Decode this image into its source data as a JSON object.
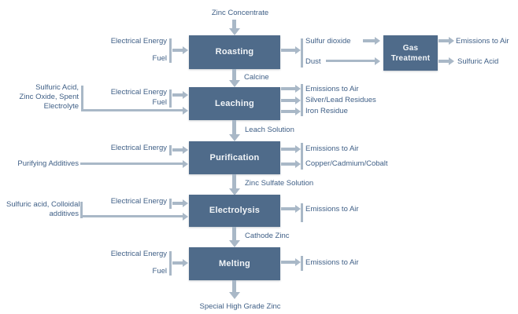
{
  "colors": {
    "box": "#4f6b8a",
    "box_text": "#f2f5f8",
    "arrow": "#a9b8c7",
    "label": "#3f5f86",
    "background": "#ffffff"
  },
  "top_input": "Zinc Concentrate",
  "stages": {
    "roasting": {
      "label": "Roasting",
      "input1": "Electrical Energy",
      "input2": "Fuel",
      "output1": "Sulfur dioxide",
      "output2": "Dust",
      "down_flow": "Calcine"
    },
    "gas_treatment": {
      "label1": "Gas",
      "label2": "Treatment",
      "output1": "Emissions to Air",
      "output2": "Sulfuric Acid"
    },
    "leaching": {
      "label": "Leaching",
      "input1": "Electrical Energy",
      "input2": "Fuel",
      "side1": "Sulfuric Acid,",
      "side2": "Zinc Oxide, Spent",
      "side3": "Electrolyte",
      "output1": "Emissions to Air",
      "output2": "Silver/Lead Residues",
      "output3": "Iron Residue",
      "down_flow": "Leach Solution"
    },
    "purification": {
      "label": "Purification",
      "input1": "Electrical Energy",
      "side1": "Purifying Additives",
      "output1": "Emissions to Air",
      "output2": "Copper/Cadmium/Cobalt",
      "down_flow": "Zinc Sulfate Solution"
    },
    "electrolysis": {
      "label": "Electrolysis",
      "input1": "Electrical Energy",
      "side1": "Sulfuric acid, Colloidal",
      "side2": "additives",
      "output1": "Emissions to Air",
      "down_flow": "Cathode Zinc"
    },
    "melting": {
      "label": "Melting",
      "input1": "Electrical Energy",
      "input2": "Fuel",
      "output1": "Emissions to Air",
      "down_flow": "Special High Grade Zinc"
    }
  }
}
